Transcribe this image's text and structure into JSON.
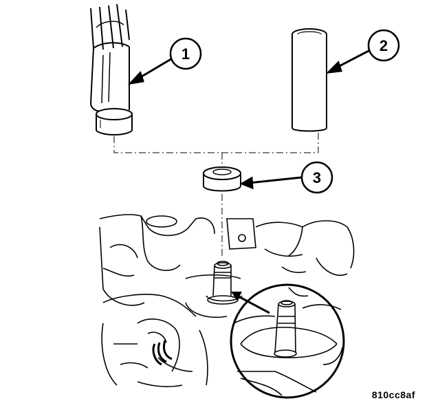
{
  "callouts": [
    {
      "id": "1",
      "label": "1"
    },
    {
      "id": "2",
      "label": "2"
    },
    {
      "id": "3",
      "label": "3"
    }
  ],
  "figure_id": "810cc8af"
}
